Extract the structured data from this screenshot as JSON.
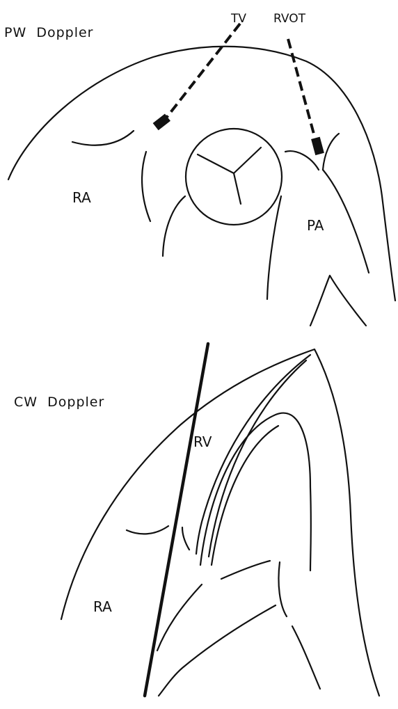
{
  "panels": {
    "pw": {
      "title": "PW  Doppler",
      "labels": {
        "tv": "TV",
        "rvot": "RVOT",
        "ra": "RA",
        "pa": "PA"
      }
    },
    "cw": {
      "title": "CW  Doppler",
      "labels": {
        "rv": "RV",
        "ra": "RA"
      }
    }
  },
  "colors": {
    "ink": "#111111",
    "background": "#ffffff"
  }
}
